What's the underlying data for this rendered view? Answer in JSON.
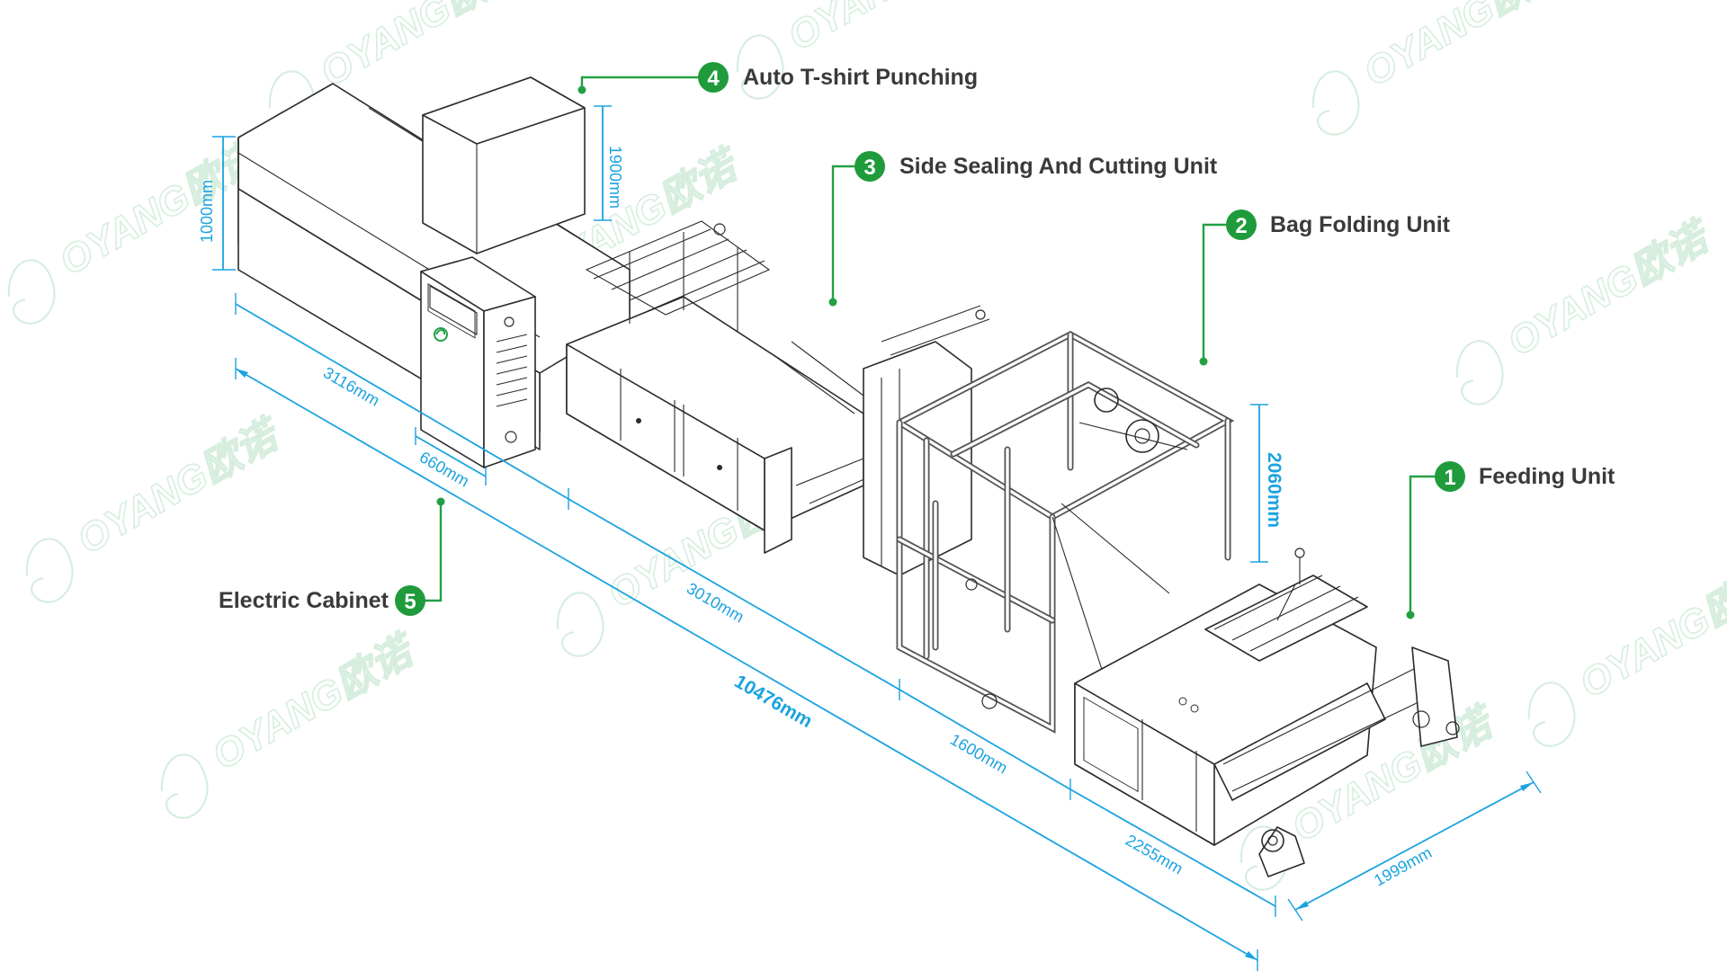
{
  "brand": {
    "watermark": "OYANG欧诺",
    "accent_color": "#1f9b3b",
    "dimension_color": "#1aa3e0"
  },
  "callouts": [
    {
      "number": "1",
      "label": "Feeding Unit"
    },
    {
      "number": "2",
      "label": "Bag Folding Unit"
    },
    {
      "number": "3",
      "label": "Side Sealing And Cutting Unit"
    },
    {
      "number": "4",
      "label": "Auto T-shirt Punching"
    },
    {
      "number": "5",
      "label": "Electric Cabinet"
    }
  ],
  "dimensions": {
    "total_length": "10476mm",
    "punching_length": "3116mm",
    "cabinet_depth": "660mm",
    "sealing_length": "3010mm",
    "folding_length": "1600mm",
    "feeding_length": "2255mm",
    "width": "1999mm",
    "punching_height": "1000mm",
    "hood_height": "1900mm",
    "folding_height": "2060mm"
  }
}
